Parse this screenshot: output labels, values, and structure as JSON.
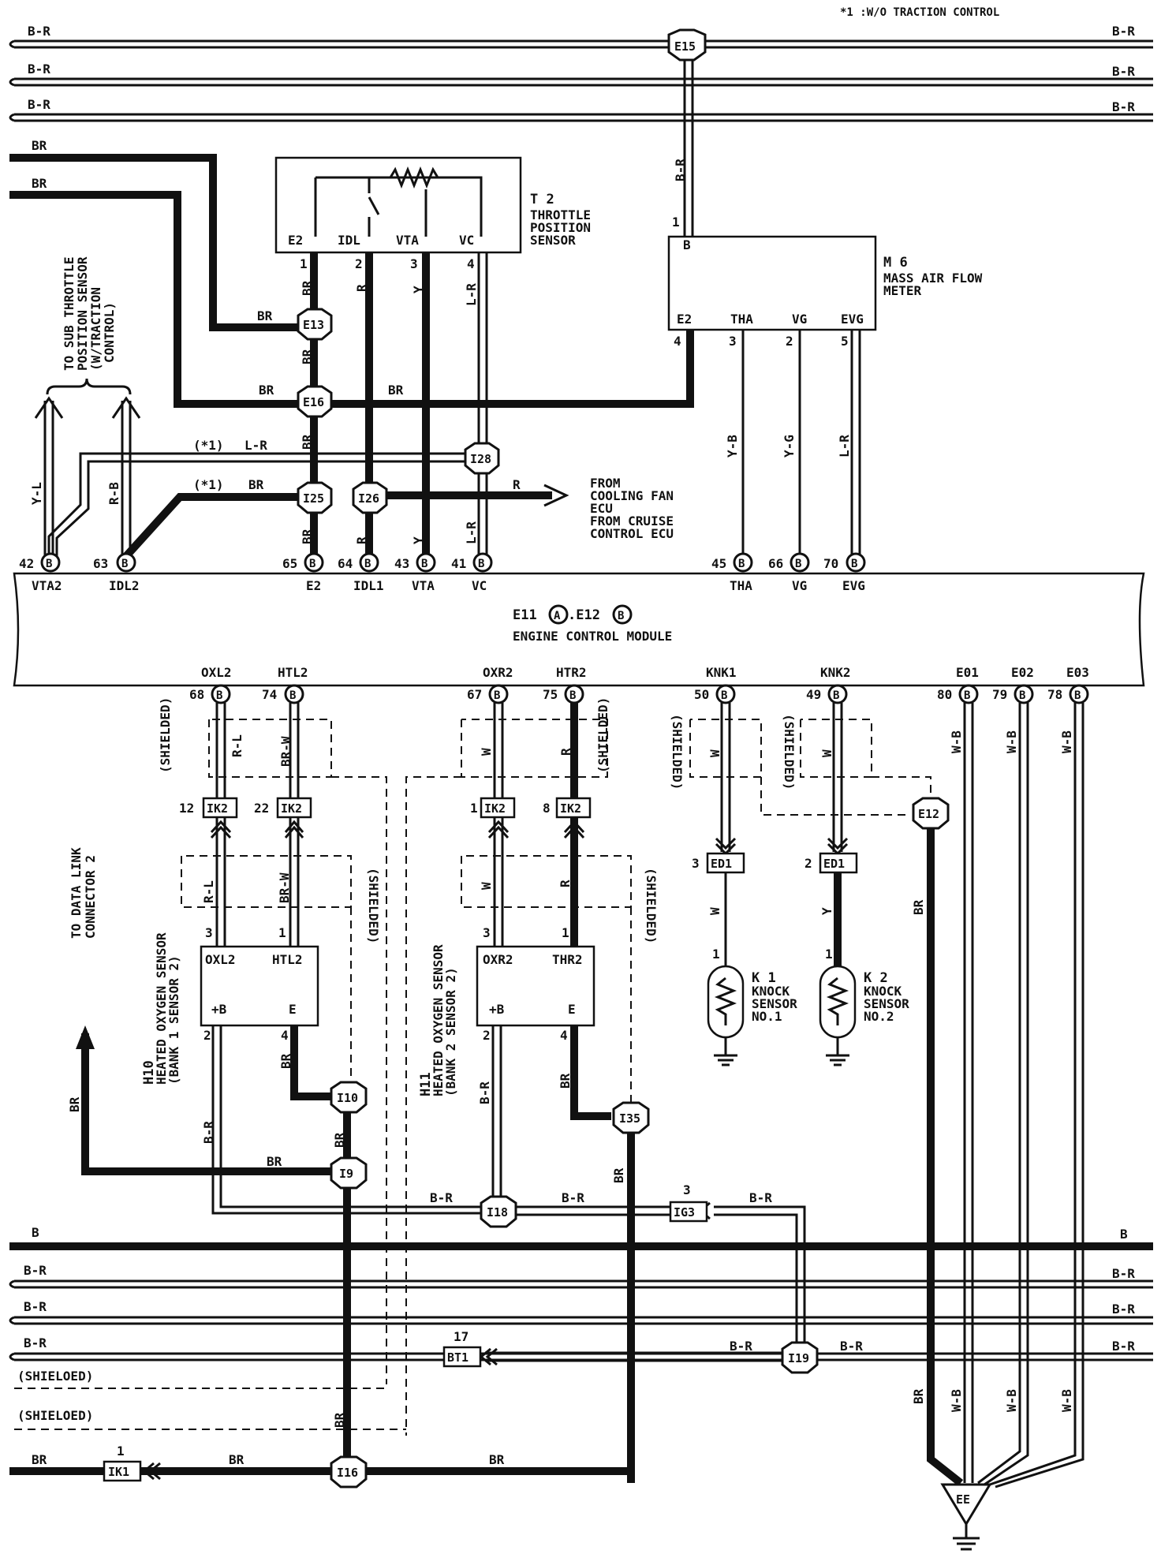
{
  "footnote": "*1 :W/O TRACTION CONTROL",
  "components": {
    "t2": {
      "id": "T 2",
      "l1": "THROTTLE",
      "l2": "POSITION",
      "l3": "SENSOR",
      "pins": [
        "E2",
        "IDL",
        "VTA",
        "VC"
      ]
    },
    "m6": {
      "id": "M 6",
      "l1": "MASS AIR FLOW",
      "l2": "METER",
      "pin_top": "B",
      "pins": [
        "E2",
        "THA",
        "VG",
        "EVG"
      ]
    },
    "ecm": {
      "id": "E11",
      "conn_a": "A",
      "sep": ".E12",
      "conn_b": "B",
      "name": "ENGINE CONTROL MODULE"
    },
    "h10": {
      "id": "H10",
      "l1": "HEATED OXYGEN SENSOR",
      "l2": "(BANK 1 SENSOR 2)",
      "pins": [
        "OXL2",
        "HTL2",
        "+B",
        "E"
      ]
    },
    "h11": {
      "id": "H11",
      "l1": "HEATED OXYGEN SENSOR",
      "l2": "(BANK 2 SENSOR 2)",
      "pins": [
        "OXR2",
        "THR2",
        "+B",
        "E"
      ]
    },
    "k1": {
      "id": "K 1",
      "l1": "KNOCK",
      "l2": "SENSOR",
      "l3": "NO.1"
    },
    "k2": {
      "id": "K 2",
      "l1": "KNOCK",
      "l2": "SENSOR",
      "l3": "NO.2"
    }
  },
  "ecm_top_pins": [
    {
      "num": "42",
      "conn": "B",
      "name": "VTA2"
    },
    {
      "num": "63",
      "conn": "B",
      "name": "IDL2"
    },
    {
      "num": "65",
      "conn": "B",
      "name": "E2"
    },
    {
      "num": "64",
      "conn": "B",
      "name": "IDL1"
    },
    {
      "num": "43",
      "conn": "B",
      "name": "VTA"
    },
    {
      "num": "41",
      "conn": "B",
      "name": "VC"
    },
    {
      "num": "45",
      "conn": "B",
      "name": "THA"
    },
    {
      "num": "66",
      "conn": "B",
      "name": "VG"
    },
    {
      "num": "70",
      "conn": "B",
      "name": "EVG"
    }
  ],
  "ecm_bottom_pins": [
    {
      "num": "68",
      "conn": "B",
      "name": "OXL2"
    },
    {
      "num": "74",
      "conn": "B",
      "name": "HTL2"
    },
    {
      "num": "67",
      "conn": "B",
      "name": "OXR2"
    },
    {
      "num": "75",
      "conn": "B",
      "name": "HTR2"
    },
    {
      "num": "50",
      "conn": "B",
      "name": "KNK1"
    },
    {
      "num": "49",
      "conn": "B",
      "name": "KNK2"
    },
    {
      "num": "80",
      "conn": "B",
      "name": "E01"
    },
    {
      "num": "79",
      "conn": "B",
      "name": "E02"
    },
    {
      "num": "78",
      "conn": "B",
      "name": "E03"
    }
  ],
  "splices": [
    "E15",
    "E13",
    "E16",
    "I28",
    "I25",
    "I26",
    "E12",
    "I10",
    "I9",
    "I35",
    "I18",
    "I19",
    "I16"
  ],
  "connectors": {
    "ik2": "IK2",
    "ed1": "ED1",
    "ig3": "IG3",
    "bt1": "BT1",
    "ik1": "IK1",
    "ee": "EE"
  },
  "pin_numbers": {
    "ik2_a": "12",
    "ik2_b": "22",
    "ik2_c": "1",
    "ik2_d": "8",
    "ed1_a": "3",
    "ed1_b": "2",
    "ig3": "3",
    "bt1": "17",
    "ik1": "1",
    "t2_1": "1",
    "t2_2": "2",
    "t2_3": "3",
    "t2_4": "4",
    "m6_b": "1",
    "m6_e2": "4",
    "m6_tha": "3",
    "m6_vg": "2",
    "m6_evg": "5",
    "h_3": "3",
    "h_1": "1",
    "h_2": "2",
    "h_4": "4",
    "k_1": "1"
  },
  "wire_colors": {
    "b_r": "B-R",
    "br": "BR",
    "b": "B",
    "r": "R",
    "y": "Y",
    "l_r": "L-R",
    "y_l": "Y-L",
    "r_b": "R-B",
    "y_b": "Y-B",
    "y_g": "Y-G",
    "w_b": "W-B",
    "r_l": "R-L",
    "br_w": "BR-W",
    "w": "W"
  },
  "text_labels": {
    "star1": "(*1)",
    "sub_throttle_1": "TO SUB THROTTLE",
    "sub_throttle_2": "POSITION SENSOR",
    "sub_throttle_3": "(W/TRACTION",
    "sub_throttle_4": "CONTROL)",
    "from_1": "FROM",
    "from_2": "COOLING FAN",
    "from_3": "ECU",
    "from_4": "FROM CRUISE",
    "from_5": "CONTROL ECU",
    "shielded": "(SHIELDED)",
    "shieloed": "(SHIELOED)",
    "dlc_1": "TO DATA LINK",
    "dlc_2": "CONNECTOR 2"
  }
}
